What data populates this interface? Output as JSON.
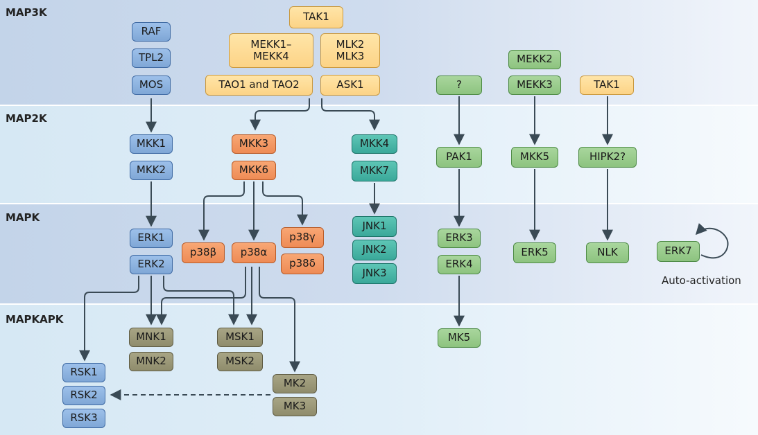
{
  "bands": [
    {
      "id": "map3k",
      "label": "MAP3K"
    },
    {
      "id": "map2k",
      "label": "MAP2K"
    },
    {
      "id": "mapk",
      "label": "MAPK"
    },
    {
      "id": "mapkapk",
      "label": "MAPKAPK"
    }
  ],
  "nodes": {
    "tak1_top": {
      "label": "TAK1",
      "color": "yellow"
    },
    "raf": {
      "label": "RAF",
      "color": "blue"
    },
    "tpl2": {
      "label": "TPL2",
      "color": "blue"
    },
    "mos": {
      "label": "MOS",
      "color": "blue"
    },
    "mekk1_4": {
      "label": "MEKK1–\nMEKK4",
      "color": "yellow"
    },
    "mlk2_3": {
      "label": "MLK2\nMLK3",
      "color": "yellow"
    },
    "tao1_2": {
      "label": "TAO1 and TAO2",
      "color": "yellow"
    },
    "ask1": {
      "label": "ASK1",
      "color": "yellow"
    },
    "unknown": {
      "label": "?",
      "color": "green"
    },
    "mekk2": {
      "label": "MEKK2",
      "color": "green"
    },
    "mekk3": {
      "label": "MEKK3",
      "color": "green"
    },
    "tak1_right": {
      "label": "TAK1",
      "color": "yellow"
    },
    "mkk1": {
      "label": "MKK1",
      "color": "blue"
    },
    "mkk2": {
      "label": "MKK2",
      "color": "blue"
    },
    "mkk3": {
      "label": "MKK3",
      "color": "orange"
    },
    "mkk6": {
      "label": "MKK6",
      "color": "orange"
    },
    "mkk4": {
      "label": "MKK4",
      "color": "teal"
    },
    "mkk7": {
      "label": "MKK7",
      "color": "teal"
    },
    "pak1": {
      "label": "PAK1",
      "color": "green"
    },
    "mkk5": {
      "label": "MKK5",
      "color": "green"
    },
    "hipk2": {
      "label": "HIPK2?",
      "color": "green"
    },
    "erk1": {
      "label": "ERK1",
      "color": "blue"
    },
    "erk2": {
      "label": "ERK2",
      "color": "blue"
    },
    "p38b": {
      "label": "p38β",
      "color": "orange"
    },
    "p38a": {
      "label": "p38α",
      "color": "orange"
    },
    "p38g": {
      "label": "p38γ",
      "color": "orange"
    },
    "p38d": {
      "label": "p38δ",
      "color": "orange"
    },
    "jnk1": {
      "label": "JNK1",
      "color": "teal"
    },
    "jnk2": {
      "label": "JNK2",
      "color": "teal"
    },
    "jnk3": {
      "label": "JNK3",
      "color": "teal"
    },
    "erk3": {
      "label": "ERK3",
      "color": "green"
    },
    "erk4": {
      "label": "ERK4",
      "color": "green"
    },
    "erk5": {
      "label": "ERK5",
      "color": "green"
    },
    "nlk": {
      "label": "NLK",
      "color": "green"
    },
    "erk7": {
      "label": "ERK7",
      "color": "green"
    },
    "mnk1": {
      "label": "MNK1",
      "color": "olive"
    },
    "mnk2": {
      "label": "MNK2",
      "color": "olive"
    },
    "msk1": {
      "label": "MSK1",
      "color": "olive"
    },
    "msk2": {
      "label": "MSK2",
      "color": "olive"
    },
    "mk5": {
      "label": "MK5",
      "color": "green"
    },
    "rsk1": {
      "label": "RSK1",
      "color": "blue"
    },
    "rsk2": {
      "label": "RSK2",
      "color": "blue"
    },
    "rsk3": {
      "label": "RSK3",
      "color": "blue"
    },
    "mk2": {
      "label": "MK2",
      "color": "olive"
    },
    "mk3": {
      "label": "MK3",
      "color": "olive"
    }
  },
  "annotations": {
    "auto_activation": "Auto-activation"
  },
  "colors": {
    "arrow": "#3a4a55",
    "blue": "#7fa7d6",
    "yellow": "#fcd386",
    "orange": "#ee8b55",
    "teal": "#3aa89a",
    "green": "#8dc37f",
    "olive": "#8f8c6c"
  }
}
